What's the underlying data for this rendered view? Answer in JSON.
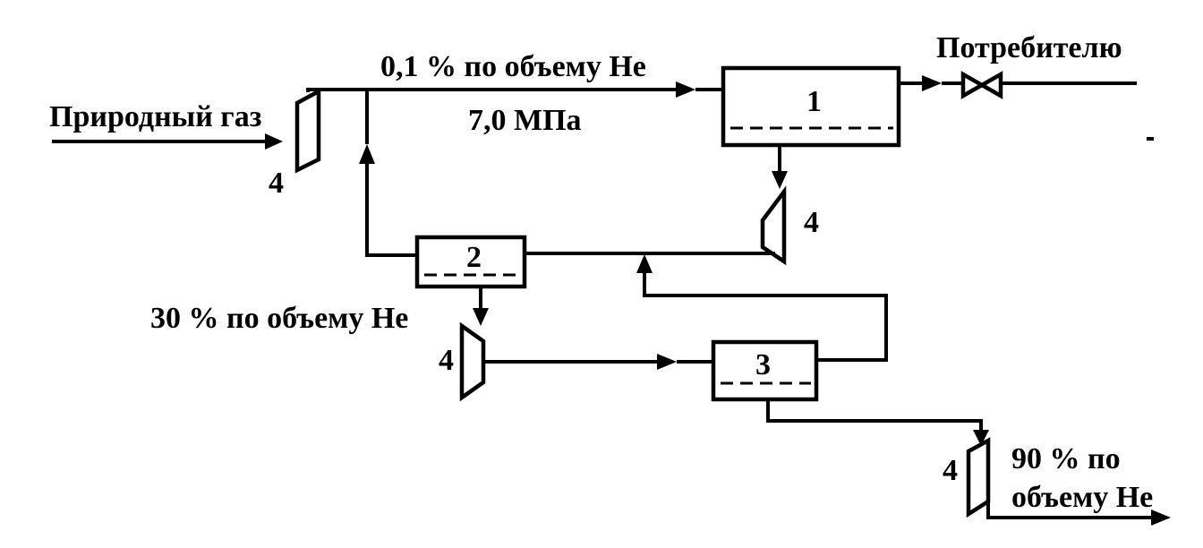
{
  "labels": {
    "natural_gas": "Природный газ",
    "he_inlet": "0,1 % по объему He",
    "pressure": "7,0 МПа",
    "consumer": "Потребителю",
    "he_30": "30 % по объему He",
    "he_90_line1": "90 % по",
    "he_90_line2": "объему He"
  },
  "units": {
    "unit_1": "1",
    "unit_2": "2",
    "unit_3": "3"
  },
  "compressors": {
    "c_inlet": "4",
    "c_top_right": "4",
    "c_mid": "4",
    "c_bottom_right": "4"
  }
}
